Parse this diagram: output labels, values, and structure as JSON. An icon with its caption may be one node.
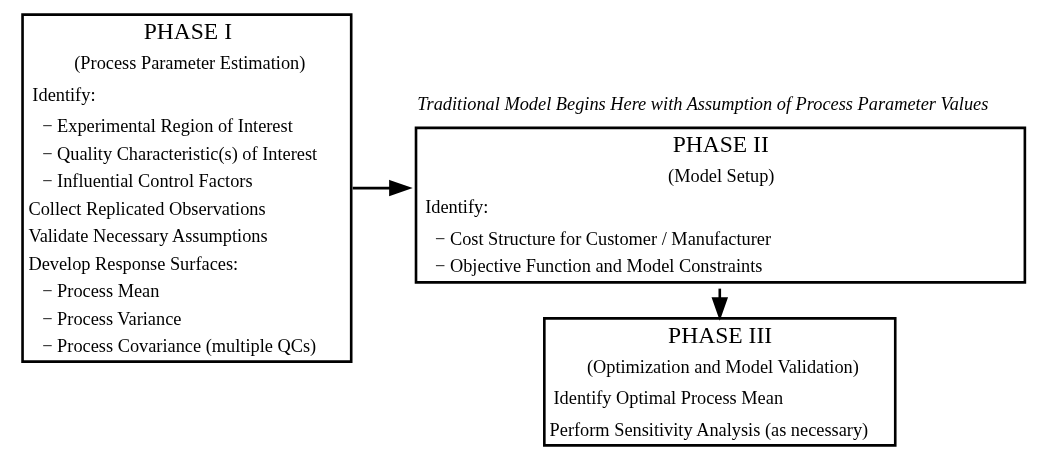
{
  "diagram": {
    "nodes": [
      {
        "text": [
          "PHASE I",
          "(Process Parameter Estimation)",
          "Identify:",
          "− Experimental Region of Interest",
          "− Quality Characteristic(s) of Interest",
          "− Influential Control Factors",
          "Collect Replicated Observations",
          "Validate Necessary Assumptions",
          "Develop Response Surfaces:",
          "− Process Mean",
          "− Process Variance",
          "− Process Covariance (multiple QCs)"
        ]
      },
      {
        "text": [
          "PHASE II",
          "(Model Setup)",
          "Identify:",
          "− Cost Structure for Customer / Manufacturer",
          "− Objective Function and Model Constraints"
        ],
        "beside": [
          "Traditional Model Begins Here with Assumption of Process Parameter Values"
        ]
      },
      {
        "text": [
          "PHASE III",
          "(Optimization and Model Validation)",
          "Identify Optimal Process Mean",
          "Perform Sensitivity Analysis (as necessary)"
        ]
      }
    ],
    "edges": [
      {
        "from": 0,
        "to": 1,
        "arrow": "to"
      },
      {
        "from": 1,
        "to": 2,
        "arrow": "to"
      }
    ]
  }
}
